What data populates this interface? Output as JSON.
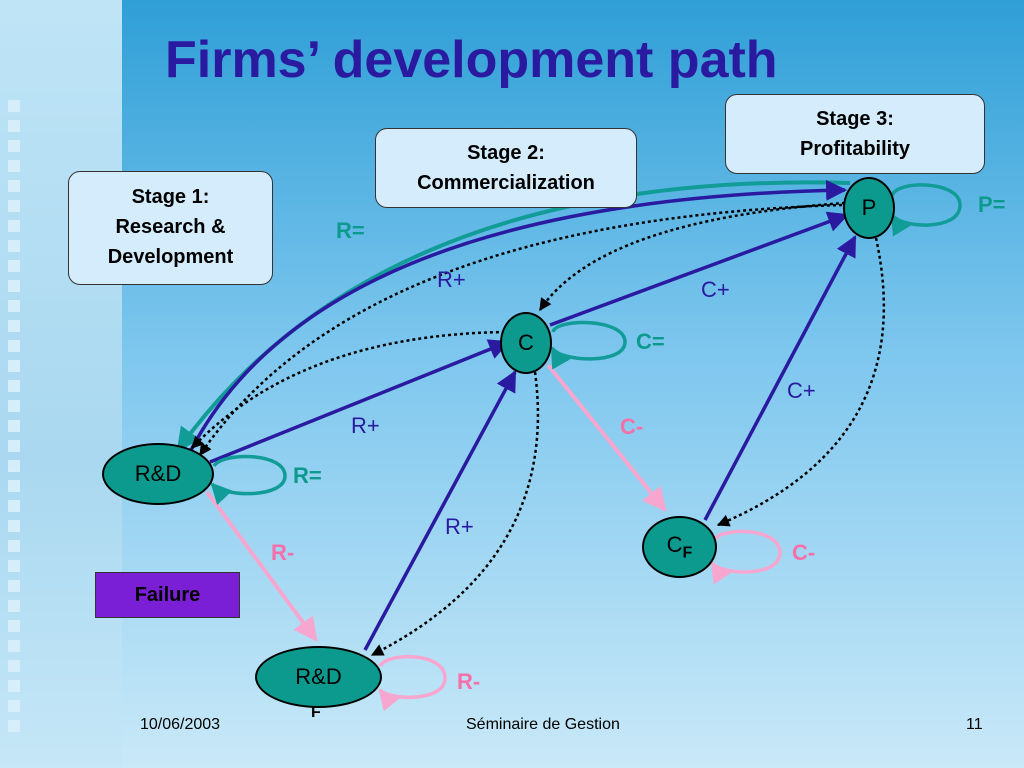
{
  "slide": {
    "title": "Firms’ development path",
    "stages": {
      "stage1": [
        "Stage 1:",
        "Research &",
        "Development"
      ],
      "stage2": [
        "Stage 2:",
        "Commercialization"
      ],
      "stage3": [
        "Stage 3:",
        "Profitability"
      ]
    },
    "nodes": {
      "rd": "R&D",
      "c": "C",
      "p": "P",
      "cf_main": "C",
      "cf_sub": "F",
      "rdf_main": "R&D",
      "rdf_sub": "F"
    },
    "edge_labels": {
      "r_eq_top": "R=",
      "r_plus_upper": "R+",
      "c_plus_top": "C+",
      "c_eq": "C=",
      "p_eq": "P=",
      "r_plus_mid": "R+",
      "c_plus_right": "C+",
      "c_minus": "C-",
      "r_eq_rd": "R=",
      "r_plus_low": "R+",
      "r_minus": "R-",
      "c_minus_cf": "C-",
      "r_minus_rdf": "R-"
    },
    "failure_label": "Failure",
    "colors": {
      "title": "#2a1aa0",
      "node_fill": "#0d9a8e",
      "arrow_blue": "#2a1aa0",
      "arrow_teal": "#129c98",
      "arrow_pink": "#f7a7cf",
      "failure_box": "#7a1fd6",
      "stage_box": "#d4ecfb"
    }
  },
  "footer": {
    "date": "10/06/2003",
    "center": "Séminaire de Gestion",
    "page": "11"
  }
}
